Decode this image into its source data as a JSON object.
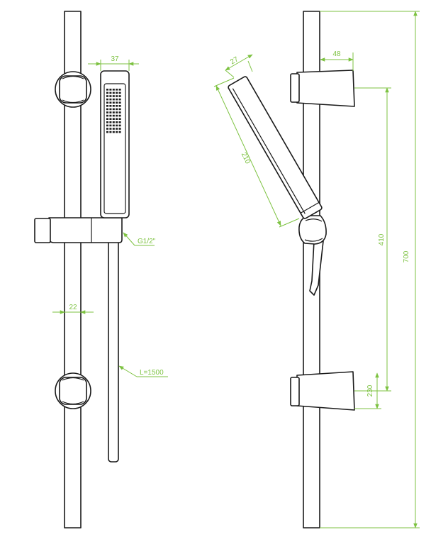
{
  "colors": {
    "line": "#1a1a1a",
    "dimension": "#7dc241",
    "background": "#ffffff"
  },
  "dimensions": {
    "head_width": "37",
    "rail_diameter": "22",
    "connector_thread": "G1/2\"",
    "hose_length": "L=1500",
    "head_depth": "27",
    "holder_projection": "48",
    "head_length": "210",
    "bracket_spacing": "410",
    "rail_length": "700",
    "bracket_offset": "230"
  }
}
